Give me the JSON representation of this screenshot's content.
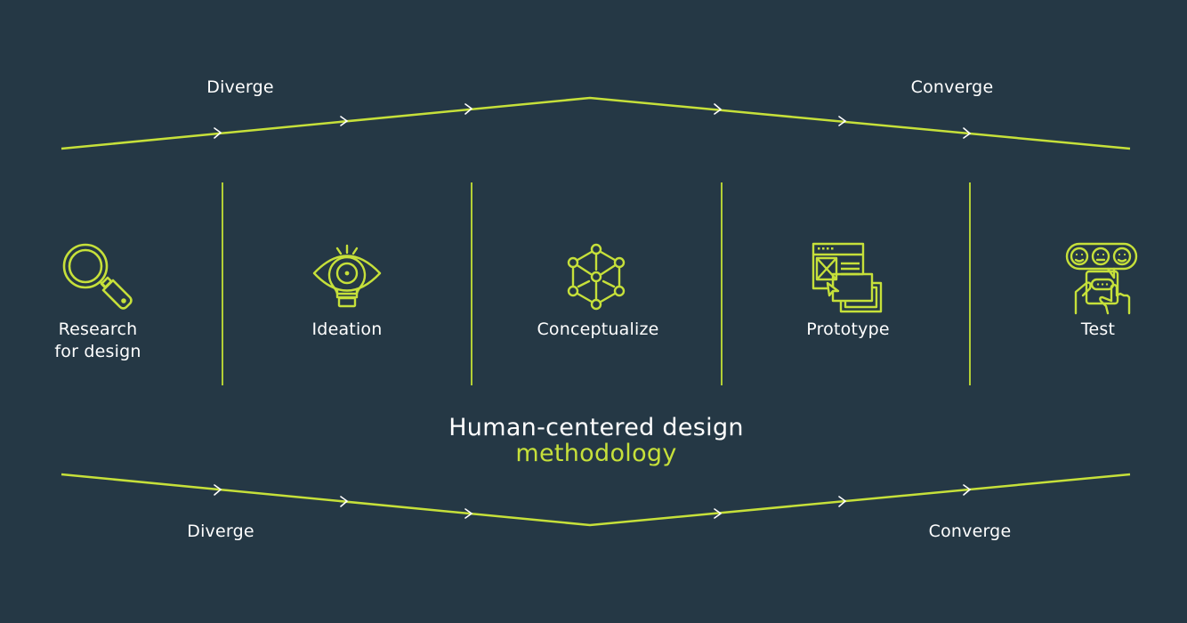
{
  "colors": {
    "background": "#253845",
    "accent": "#c6e03a",
    "text": "#ffffff"
  },
  "top_flow": {
    "left_label": "Diverge",
    "right_label": "Converge"
  },
  "bottom_flow": {
    "left_label": "Diverge",
    "right_label": "Converge"
  },
  "stages": [
    {
      "label_line1": "Research",
      "label_line2": "for design",
      "icon": "magnifying-glass-icon"
    },
    {
      "label_line1": "Ideation",
      "icon": "eye-lightbulb-icon"
    },
    {
      "label_line1": "Conceptualize",
      "icon": "cube-network-icon"
    },
    {
      "label_line1": "Prototype",
      "icon": "wireframe-windows-icon"
    },
    {
      "label_line1": "Test",
      "icon": "feedback-smileys-icon"
    }
  ],
  "title": {
    "line1": "Human-centered design",
    "line2": "methodology"
  }
}
